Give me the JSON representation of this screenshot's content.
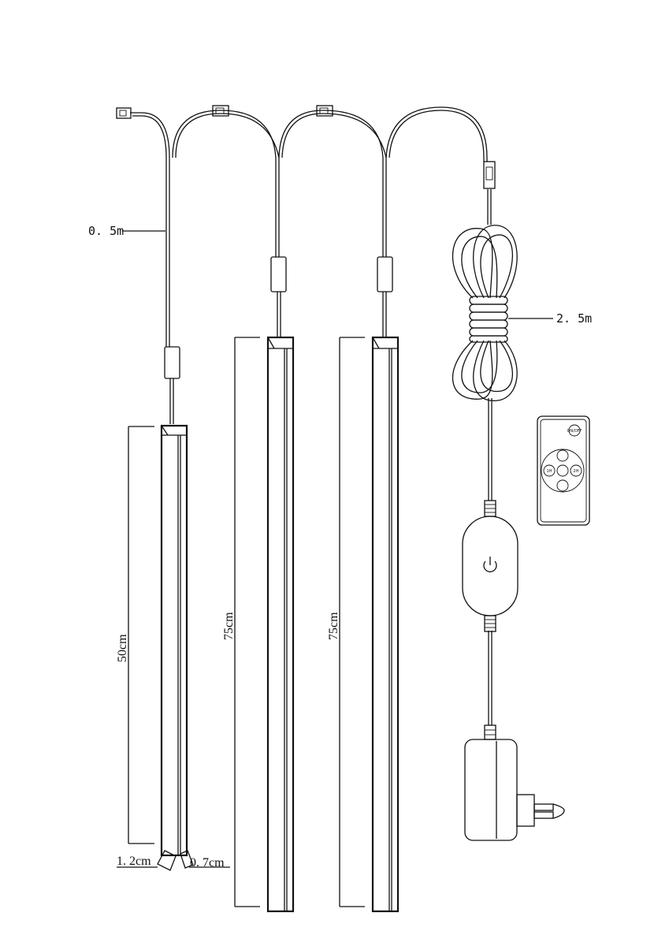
{
  "labels": {
    "cable_short": "0. 5m",
    "cable_long": "2. 5m",
    "bar1_length": "50cm",
    "bar2_length": "75cm",
    "bar3_length": "75cm",
    "bar_width": "1. 2cm",
    "bar_depth": "0. 7cm"
  },
  "remote": {
    "power_button": "ON/OFF",
    "timer_1": "1H",
    "timer_2": "2H"
  },
  "icons": [
    "connector-icon",
    "light-bar-icon",
    "cable-coil-icon",
    "remote-control-icon",
    "touch-switch-icon",
    "power-adapter-icon",
    "power-icon",
    "brightness-icon"
  ]
}
